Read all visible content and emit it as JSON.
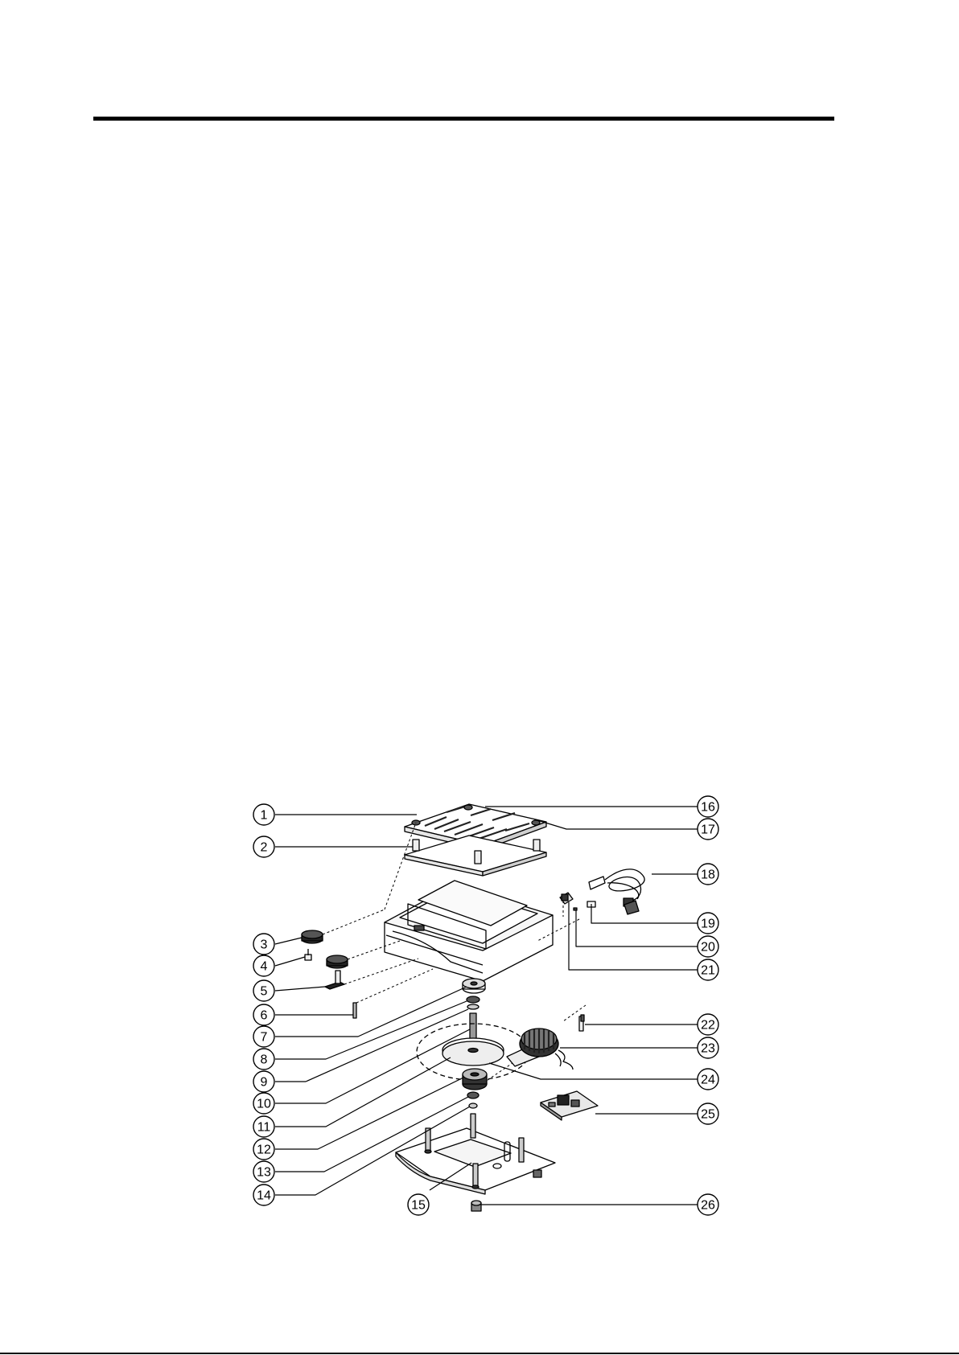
{
  "diagram": {
    "callouts": [
      "1",
      "2",
      "3",
      "4",
      "5",
      "6",
      "7",
      "8",
      "9",
      "10",
      "11",
      "12",
      "13",
      "14",
      "15",
      "16",
      "17",
      "18",
      "19",
      "20",
      "21",
      "22",
      "23",
      "24",
      "25",
      "26"
    ],
    "colors": {
      "ink": "#000000",
      "paper": "#ffffff",
      "shade": "#d8d8d8",
      "dark": "#333333"
    }
  }
}
